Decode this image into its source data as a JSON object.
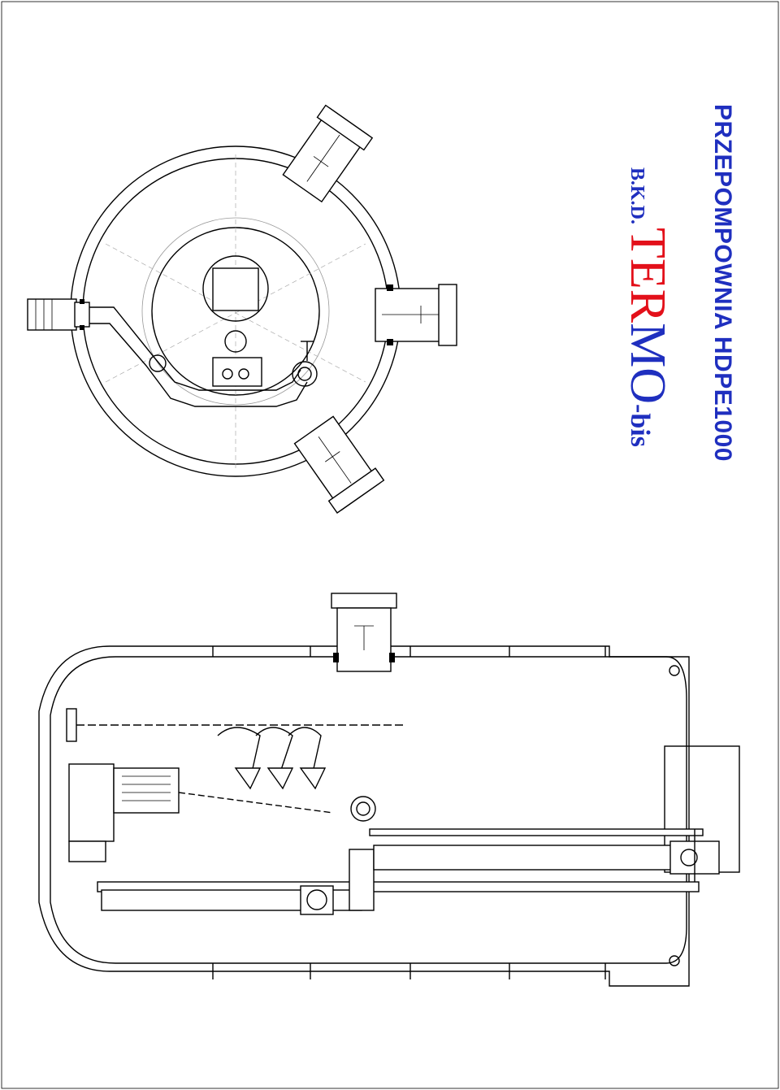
{
  "title": "PRZEPOMPOWNIA HDPE1000",
  "logo": {
    "prefix": "B.K.D.",
    "part_red": "TER",
    "part_blue": "MO",
    "suffix": "-bis"
  },
  "colors": {
    "title": "#1f2fbf",
    "logo_red": "#e3101a",
    "logo_blue": "#1f2fbf",
    "drawing": "#000000"
  },
  "views": {
    "top_view": "plan-view",
    "side_view": "section-view"
  }
}
